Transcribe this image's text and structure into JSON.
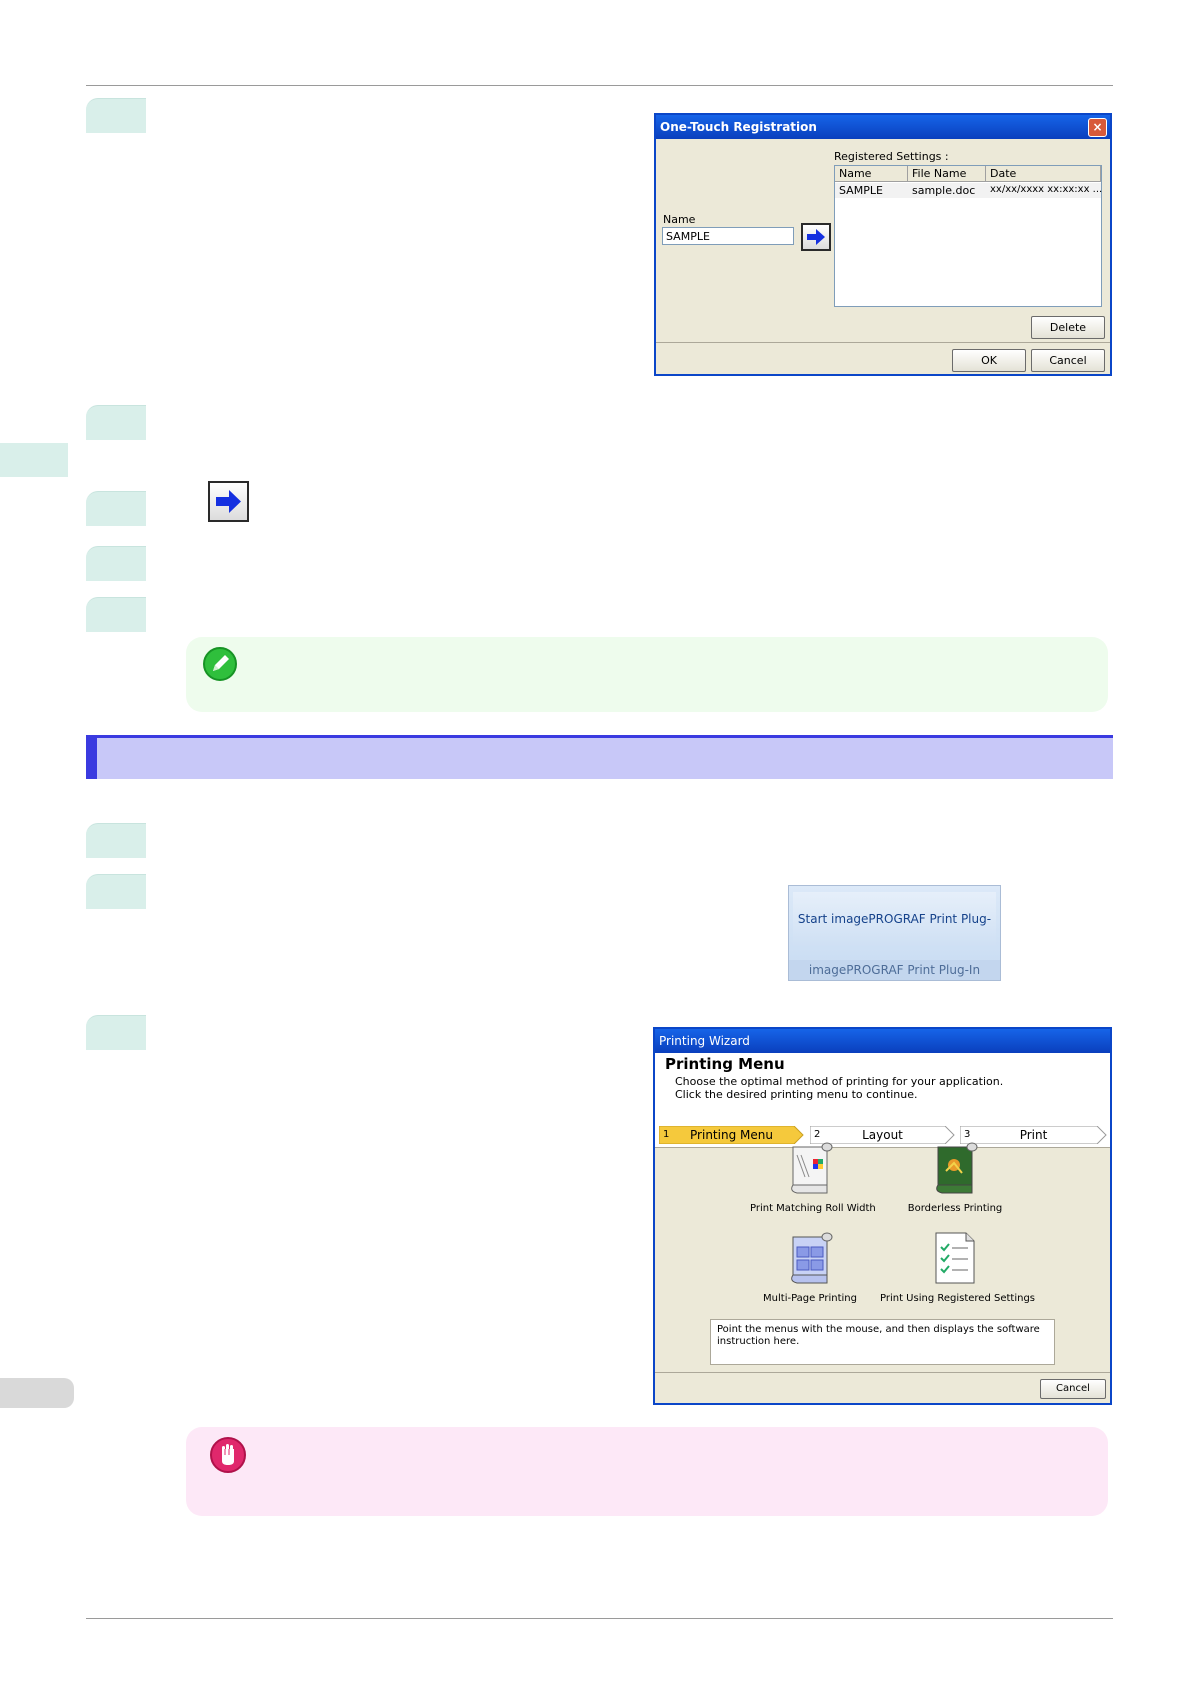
{
  "dialog1": {
    "title": "One-Touch Registration",
    "registered_label": "Registered Settings :",
    "columns": [
      "Name",
      "File Name",
      "Date"
    ],
    "row": {
      "name": "SAMPLE",
      "file": "sample.doc",
      "date": "xx/xx/xxxx xx:xx:xx ..."
    },
    "name_label": "Name",
    "name_value": "SAMPLE",
    "delete_label": "Delete",
    "ok_label": "OK",
    "cancel_label": "Cancel",
    "close_glyph": "×"
  },
  "ribbon": {
    "main_label": "Start imagePROGRAF Print Plug-In",
    "group_label": "imagePROGRAF Print Plug-In"
  },
  "wizard": {
    "title": "Printing Wizard",
    "heading": "Printing Menu",
    "sub1": "Choose the optimal method of printing for your application.",
    "sub2": "Click the desired printing menu to continue.",
    "steps": [
      {
        "num": "1",
        "label": "Printing Menu"
      },
      {
        "num": "2",
        "label": "Layout"
      },
      {
        "num": "3",
        "label": "Print"
      }
    ],
    "options": [
      "Print Matching Roll Width",
      "Borderless Printing",
      "Multi-Page Printing",
      "Print Using Registered Settings"
    ],
    "hint": "Point the menus with the mouse, and then displays the software instruction here.",
    "cancel_label": "Cancel"
  },
  "icons": {
    "note": "pencil-icon",
    "important": "hand-icon",
    "arrow": "right-arrow-icon"
  },
  "colors": {
    "step_tab": "#d9efea",
    "section_bar": "#c8c8f8",
    "section_accent": "#3a3ae0",
    "note_bg": "#eefced",
    "important_bg": "#fde8f7",
    "xp_blue": "#0b46c8"
  }
}
